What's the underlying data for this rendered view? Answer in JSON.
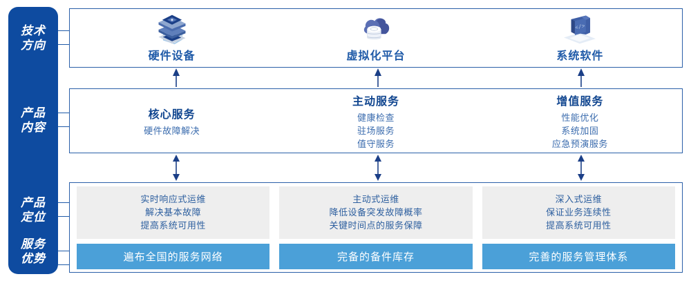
{
  "colors": {
    "rail_bg": "#0e4ba0",
    "panel_border": "#2a5fa8",
    "title_blue": "#10458f",
    "text_blue": "#3b6cae",
    "bar_blue": "#4ba0d8",
    "card_grey": "#eeeeee"
  },
  "rail": {
    "labels": [
      {
        "line1": "技术",
        "line2": "方向"
      },
      {
        "line1": "产品",
        "line2": "内容"
      },
      {
        "line1": "产品",
        "line2": "定位"
      },
      {
        "line1": "服务",
        "line2": "优势"
      }
    ]
  },
  "tech": {
    "columns": [
      {
        "icon": "server-stack-icon",
        "label": "硬件设备"
      },
      {
        "icon": "cloud-database-icon",
        "label": "虚拟化平台"
      },
      {
        "icon": "laptop-code-icon",
        "label": "系统软件"
      }
    ]
  },
  "content": {
    "columns": [
      {
        "title": "核心服务",
        "items": [
          "硬件故障解决"
        ]
      },
      {
        "title": "主动服务",
        "items": [
          "健康检查",
          "驻场服务",
          "值守服务"
        ]
      },
      {
        "title": "增值服务",
        "items": [
          "性能优化",
          "系统加固",
          "应急预演服务"
        ]
      }
    ]
  },
  "bottom": {
    "columns": [
      {
        "lines": [
          "实时响应式运维",
          "解决基本故障",
          "提高系统可用性"
        ],
        "bar": "遍布全国的服务网络"
      },
      {
        "lines": [
          "主动式运维",
          "降低设备突发故障概率",
          "关键时间点的服务保障"
        ],
        "bar": "完备的备件库存"
      },
      {
        "lines": [
          "深入式运维",
          "保证业务连续性",
          "提高系统可用性"
        ],
        "bar": "完善的服务管理体系"
      }
    ]
  },
  "connectors": {
    "tech_to_content": [
      "arrow-up",
      "arrow-up",
      "arrow-up"
    ],
    "content_to_bottom": [
      "arrow-up-down",
      "arrow-up-down",
      "arrow-up-down"
    ]
  }
}
